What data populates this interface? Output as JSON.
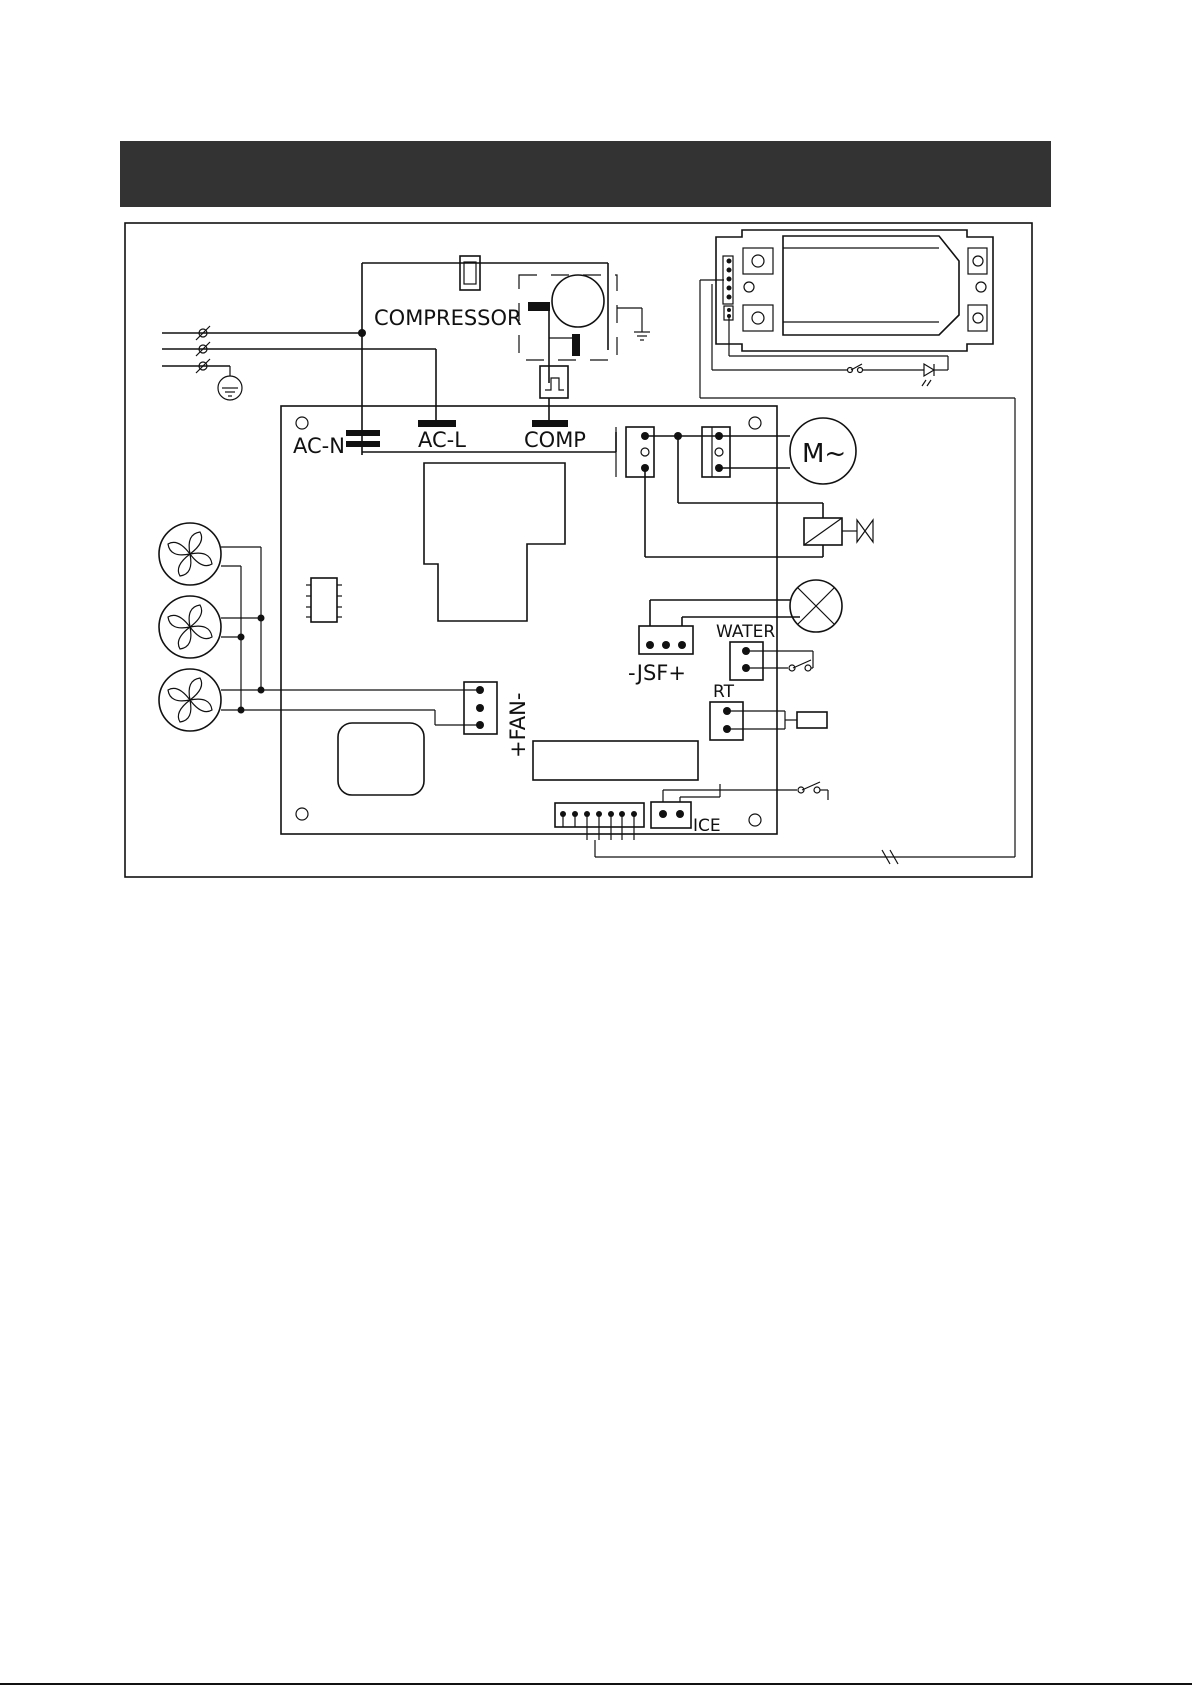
{
  "header": {
    "title": ""
  },
  "labels": {
    "compressor": "COMPRESSOR",
    "ac_n": "AC-N",
    "ac_l": "AC-L",
    "comp": "COMP",
    "motor": "M~",
    "water": "WATER",
    "jsf": "-JSF+",
    "rt": "RT",
    "fan": "+FAN-",
    "ice": "ICE"
  },
  "colors": {
    "header": "#333333",
    "line": "#111111"
  }
}
